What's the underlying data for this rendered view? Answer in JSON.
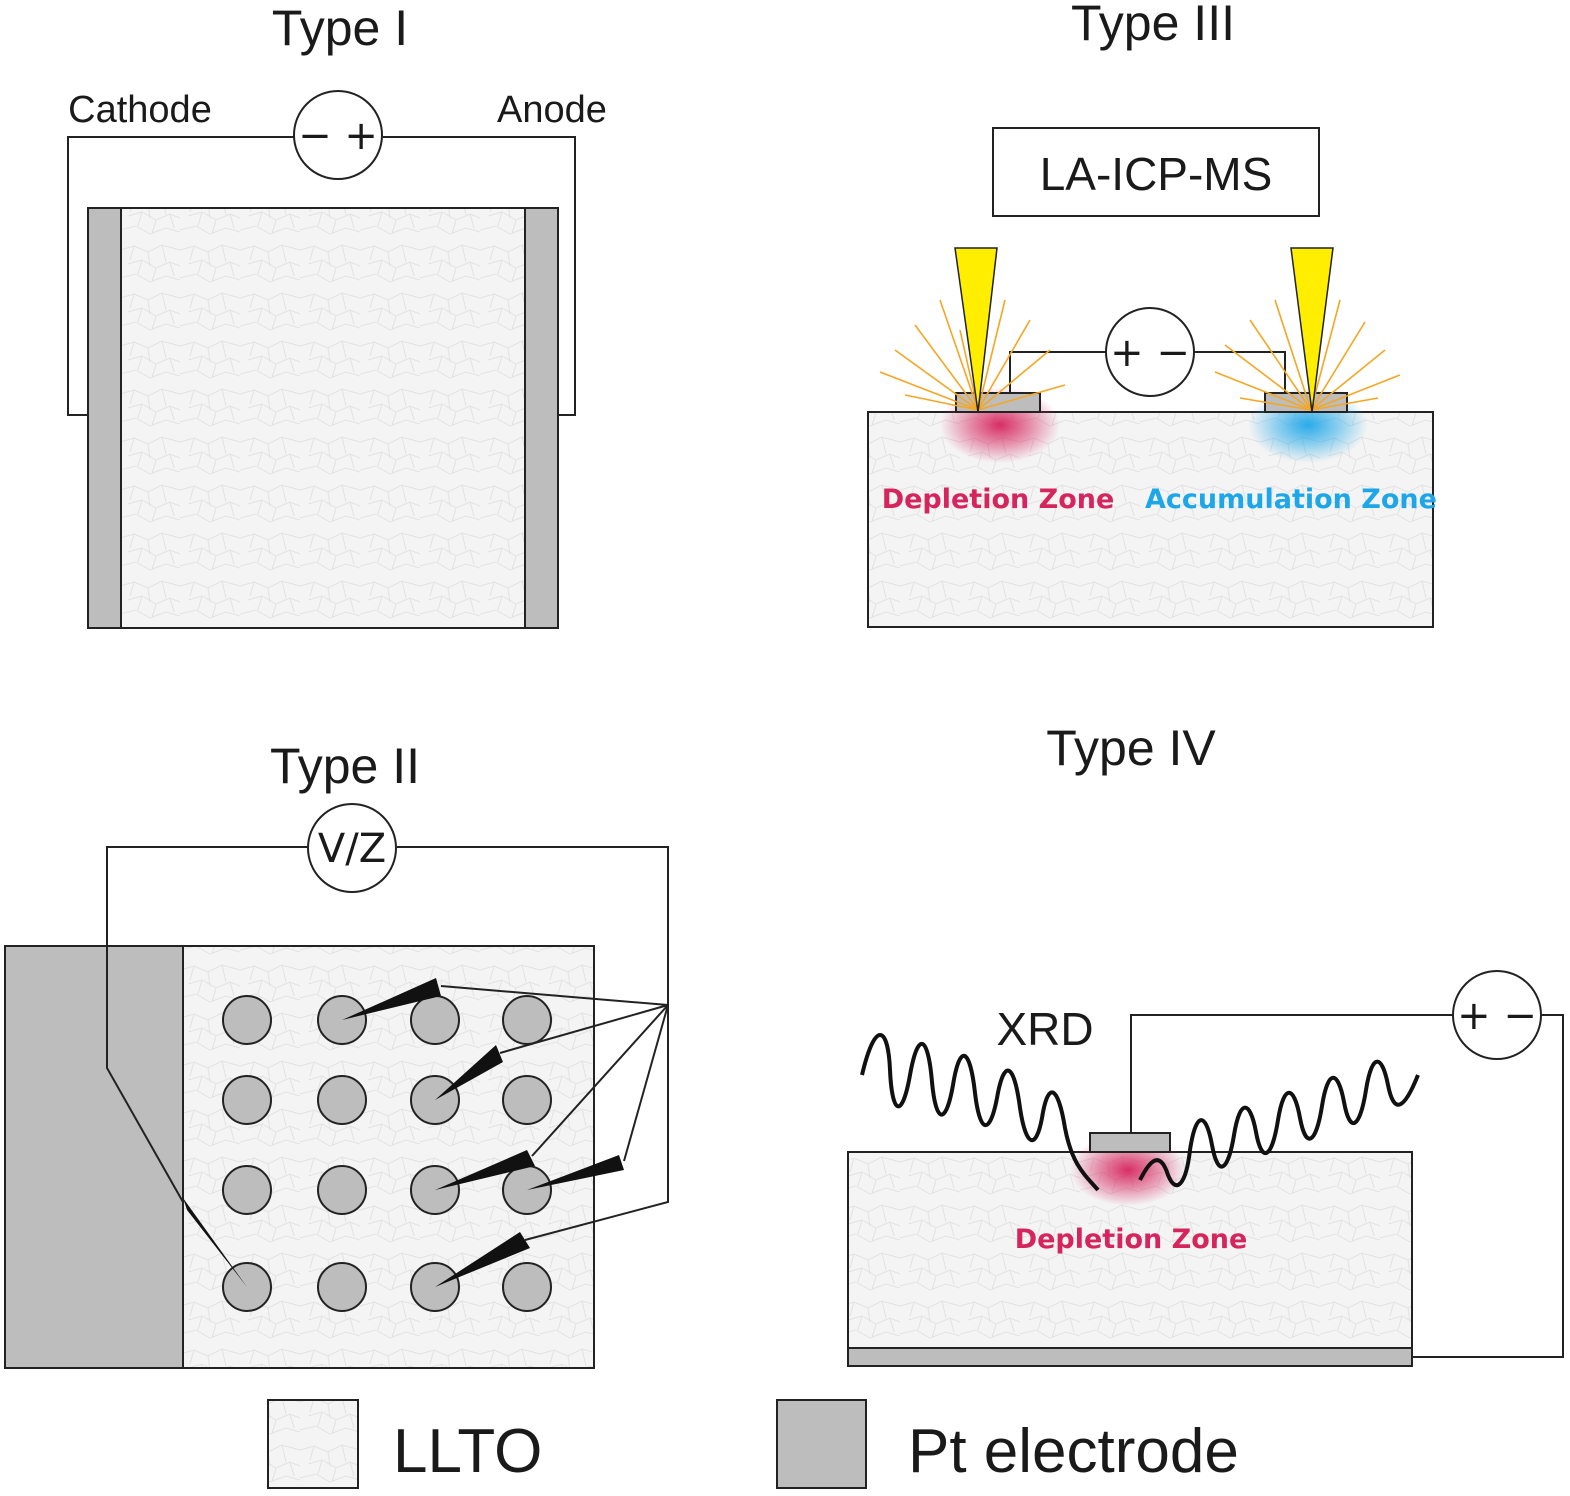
{
  "panels": {
    "type1": {
      "title": "Type I",
      "cathode_label": "Cathode",
      "anode_label": "Anode",
      "source_symbol": "− +"
    },
    "type2": {
      "title": "Type II",
      "meter_label": "V/Z"
    },
    "type3": {
      "title": "Type III",
      "instrument_label": "LA-ICP-MS",
      "source_symbol": "+ −",
      "zone_left": "Depletion Zone",
      "zone_right": "Accumulation Zone"
    },
    "type4": {
      "title": "Type IV",
      "probe_label": "XRD",
      "source_symbol": "+ −",
      "zone": "Depletion Zone"
    }
  },
  "legend": {
    "llto_label": "LLTO",
    "pt_label": "Pt electrode"
  },
  "colors": {
    "pt_electrode": "#bdbdbd",
    "llto": "#f4f4f4",
    "depletion": "#d6245e",
    "accumulation": "#1ea7e8",
    "laser": "#ffee00",
    "sparks": "#f5a623"
  }
}
